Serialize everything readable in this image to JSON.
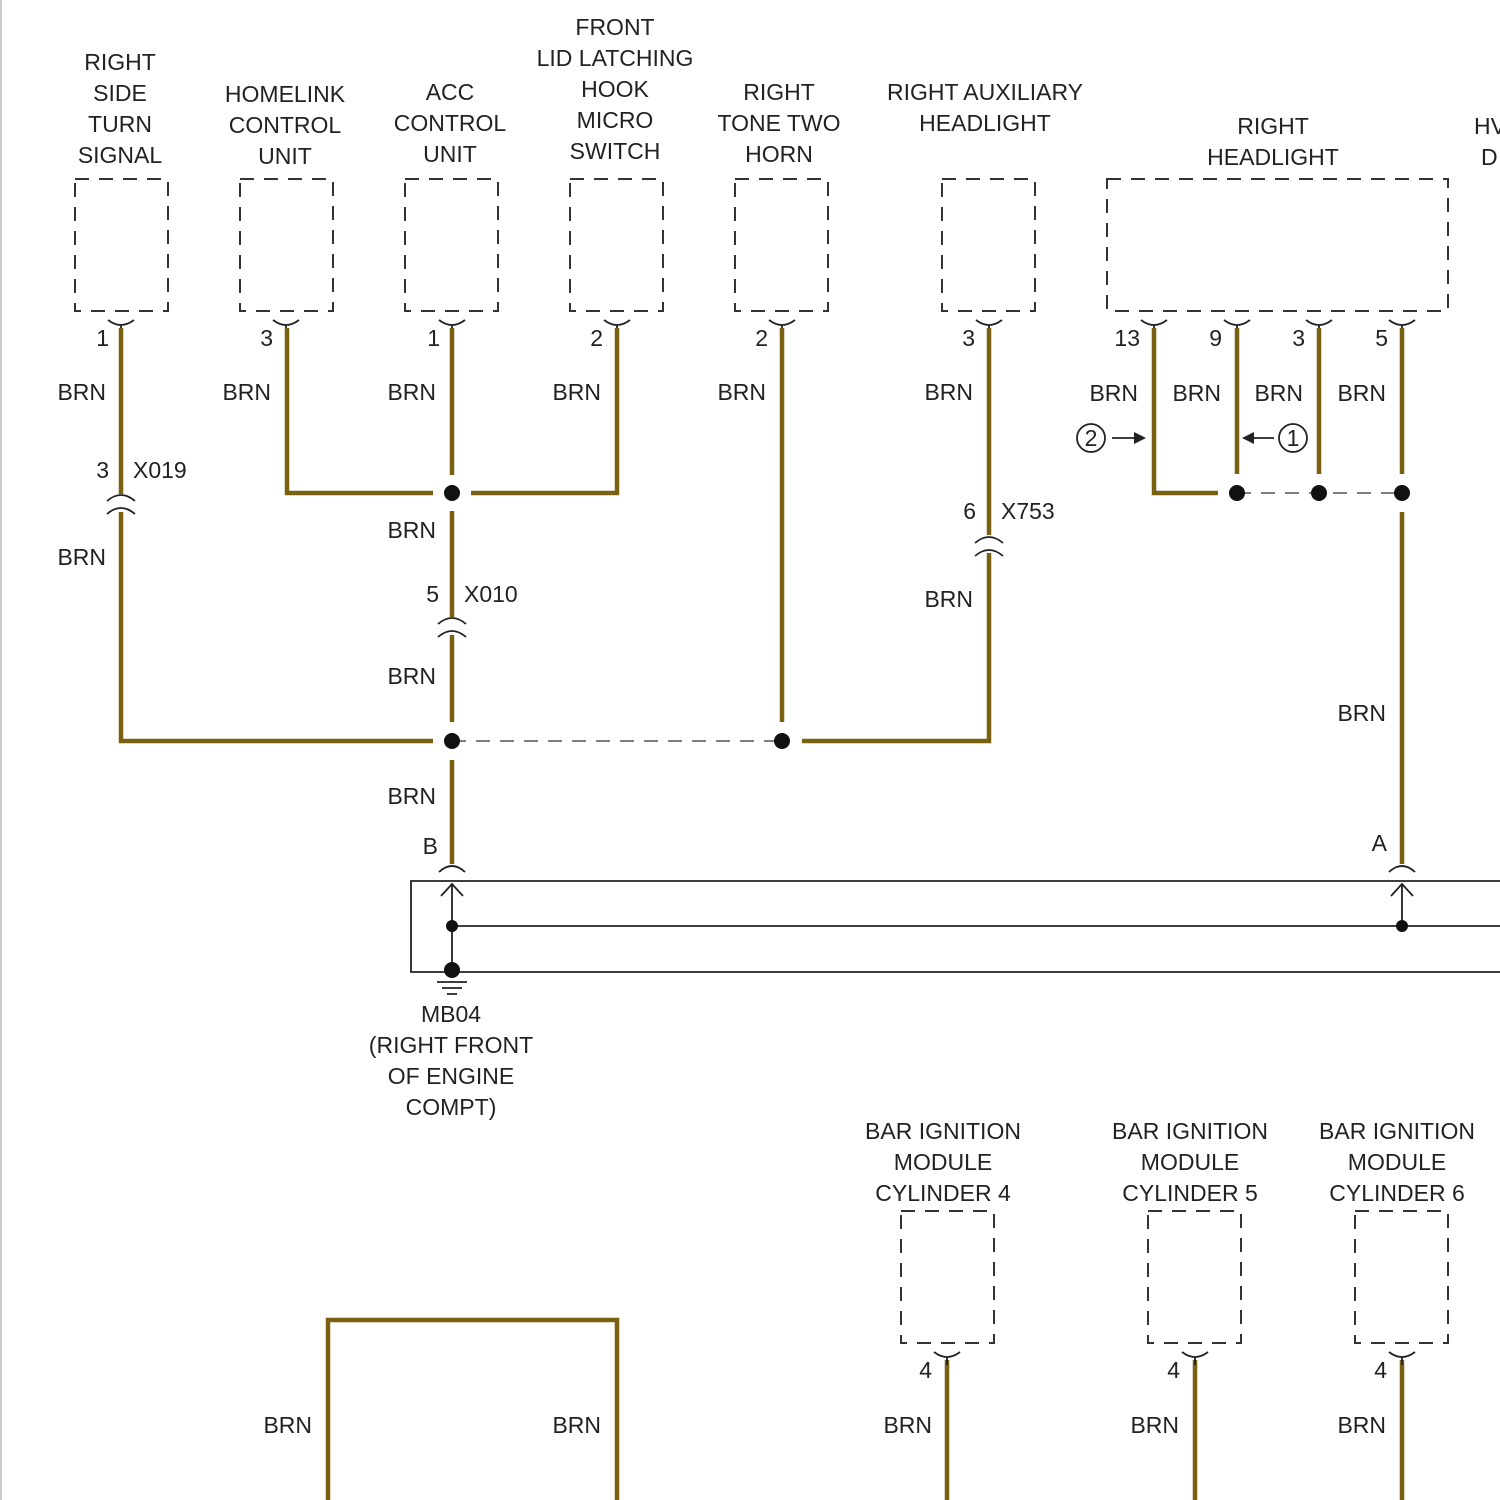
{
  "components": {
    "right_side_turn_signal": [
      "RIGHT",
      "SIDE",
      "TURN",
      "SIGNAL"
    ],
    "homelink_control_unit": [
      "HOMELINK",
      "CONTROL",
      "UNIT"
    ],
    "acc_control_unit": [
      "ACC",
      "CONTROL",
      "UNIT"
    ],
    "front_lid_latching_hook": [
      "FRONT",
      "LID LATCHING",
      "HOOK",
      "MICRO",
      "SWITCH"
    ],
    "right_tone_two_horn": [
      "RIGHT",
      "TONE TWO",
      "HORN"
    ],
    "right_auxiliary_headlight": [
      "RIGHT AUXILIARY",
      "HEADLIGHT"
    ],
    "right_headlight": [
      "RIGHT",
      "HEADLIGHT"
    ],
    "cut_off_component": [
      "HV",
      "D"
    ],
    "bar_ignition_cyl4": [
      "BAR IGNITION",
      "MODULE",
      "CYLINDER 4"
    ],
    "bar_ignition_cyl5": [
      "BAR IGNITION",
      "MODULE",
      "CYLINDER 5"
    ],
    "bar_ignition_cyl6": [
      "BAR IGNITION",
      "MODULE",
      "CYLINDER 6"
    ]
  },
  "pins": {
    "turn_signal": "1",
    "homelink": "3",
    "acc": "1",
    "lid_switch": "2",
    "horn": "2",
    "aux_headlight": "3",
    "headlight_a": "13",
    "headlight_b": "9",
    "headlight_c": "3",
    "headlight_d": "5",
    "cyl4": "4",
    "cyl5": "4",
    "cyl6": "4"
  },
  "wire_color": "BRN",
  "connectors": {
    "x019": {
      "id": "X019",
      "pin": "3"
    },
    "x010": {
      "id": "X010",
      "pin": "5"
    },
    "x753": {
      "id": "X753",
      "pin": "6"
    }
  },
  "ground": {
    "term_b": "B",
    "term_a": "A",
    "id": "MB04",
    "location": [
      "(RIGHT FRONT",
      "OF ENGINE",
      "COMPT)"
    ]
  },
  "callouts": {
    "left": "2",
    "right": "1"
  },
  "colors": {
    "wire": "#7a6111",
    "line": "#222222",
    "background": "#ffffff"
  }
}
